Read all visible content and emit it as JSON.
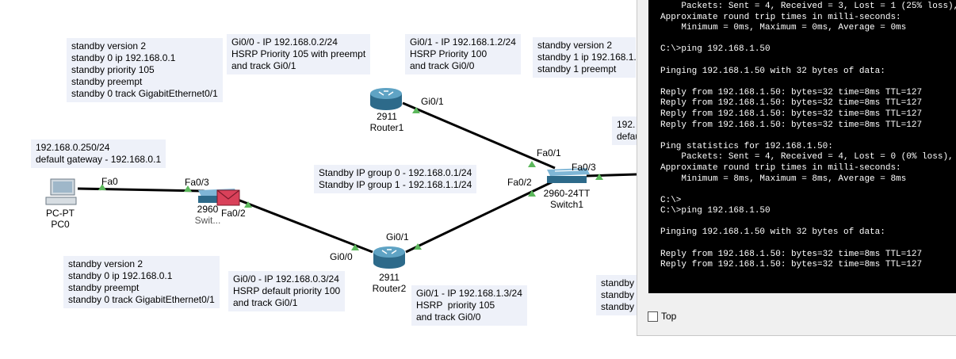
{
  "notes": {
    "router1_hsrp": "standby version 2\nstandby 0 ip 192.168.0.1\nstandby priority 105\nstandby preempt\nstandby 0 track GigabitEthernet0/1",
    "router1_gi00": "Gi0/0 - IP 192.168.0.2/24\nHSRP Priority 105 with preempt\nand track Gi0/1",
    "router1_gi01": "Gi0/1 - IP 192.168.1.2/24\nHSRP Priority 100\nand track Gi0/0",
    "router1_hsrp_g1": "standby version 2\nstandby 1 ip 192.168.1.\nstandby 1 preempt",
    "pc0_ip": "192.168.0.250/24\ndefault gateway - 192.168.0.1",
    "standby_groups": "Standby IP group 0 - 192.168.0.1/24\nStandby IP group 1 - 192.168.1.1/24",
    "right_ip": "192.\ndefau",
    "router2_hsrp": "standby version 2\nstandby 0 ip 192.168.0.1\nstandby preempt\nstandby 0 track GigabitEthernet0/1",
    "router2_gi00": "Gi0/0 - IP 192.168.0.3/24\nHSRP default priority 100\nand track Gi0/1",
    "router2_gi01": "Gi0/1 - IP 192.168.1.3/24\nHSRP  priority 105\nand track Gi0/0",
    "right_standby": "standby\nstandby\nstandby"
  },
  "devices": {
    "router1": {
      "model": "2911",
      "name": "Router1"
    },
    "router2": {
      "model": "2911",
      "name": "Router2"
    },
    "switch1": {
      "model": "2960-24TT",
      "name": "Switch1"
    },
    "switch0": {
      "model": "2960",
      "name": "Swit..."
    },
    "pc0": {
      "model": "PC-PT",
      "name": "PC0"
    }
  },
  "ports": {
    "pc0_fa0": "Fa0",
    "sw0_fa03": "Fa0/3",
    "sw0_fa02": "Fa0/2",
    "r1_gi01": "Gi0/1",
    "r2_gi01": "Gi0/1",
    "r2_gi00": "Gi0/0",
    "sw1_fa01": "Fa0/1",
    "sw1_fa02": "Fa0/2",
    "sw1_fa03": "Fa0/3"
  },
  "terminal": {
    "text": "    Packets: Sent = 4, Received = 3, Lost = 1 (25% loss),\nApproximate round trip times in milli-seconds:\n    Minimum = 0ms, Maximum = 0ms, Average = 0ms\n\nC:\\>ping 192.168.1.50\n\nPinging 192.168.1.50 with 32 bytes of data:\n\nReply from 192.168.1.50: bytes=32 time=8ms TTL=127\nReply from 192.168.1.50: bytes=32 time=8ms TTL=127\nReply from 192.168.1.50: bytes=32 time=8ms TTL=127\nReply from 192.168.1.50: bytes=32 time=8ms TTL=127\n\nPing statistics for 192.168.1.50:\n    Packets: Sent = 4, Received = 4, Lost = 0 (0% loss),\nApproximate round trip times in milli-seconds:\n    Minimum = 8ms, Maximum = 8ms, Average = 8ms\n\nC:\\>\nC:\\>ping 192.168.1.50\n\nPinging 192.168.1.50 with 32 bytes of data:\n\nReply from 192.168.1.50: bytes=32 time=8ms TTL=127\nReply from 192.168.1.50: bytes=32 time=8ms TTL=127",
    "top_label": "Top",
    "top_checked": false
  },
  "colors": {
    "note_bg": "#eef1f9",
    "link_up": "#5cb85c",
    "terminal_bg": "#000000",
    "router_body": "#3b7ea1"
  }
}
